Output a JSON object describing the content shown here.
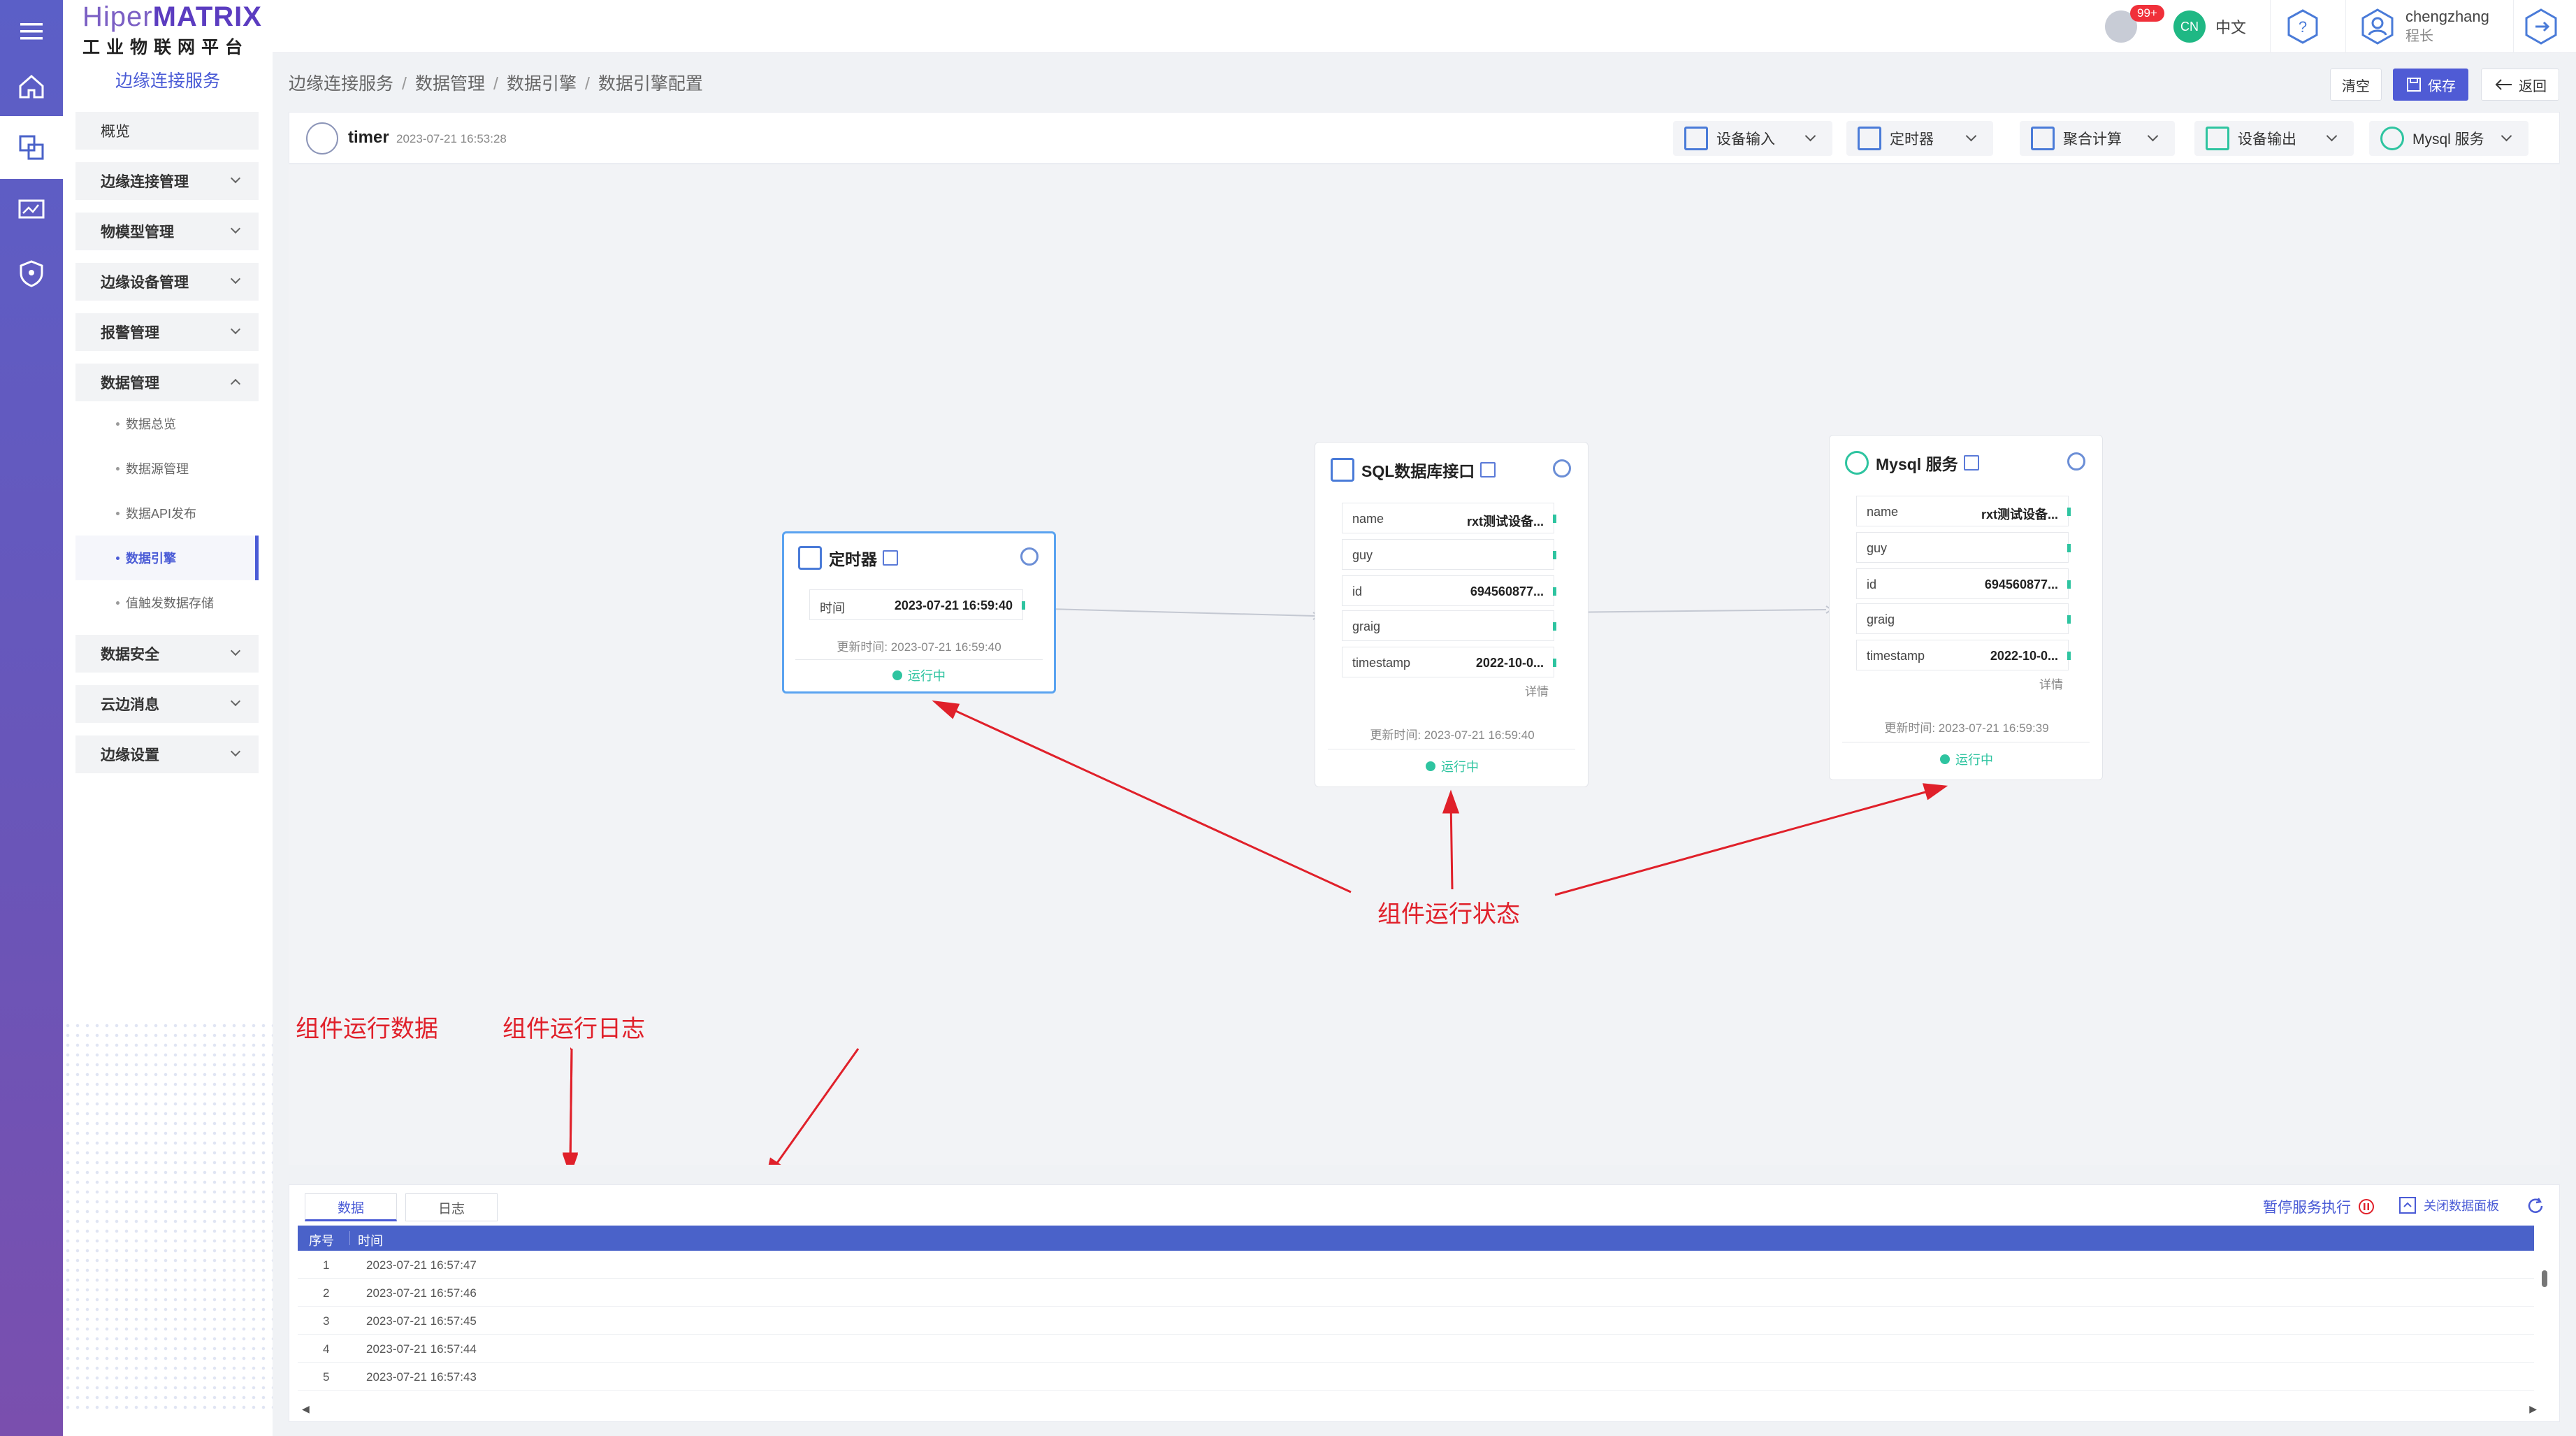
{
  "logo": {
    "brand_a": "Hiper",
    "brand_b": "MATRIX",
    "subtitle": "工业物联网平台"
  },
  "sidebar": {
    "title": "边缘连接服务",
    "items": [
      {
        "label": "概览"
      },
      {
        "label": "边缘连接管理"
      },
      {
        "label": "物模型管理"
      },
      {
        "label": "边缘设备管理"
      },
      {
        "label": "报警管理"
      },
      {
        "label": "数据管理"
      },
      {
        "label": "数据安全"
      },
      {
        "label": "云边消息"
      },
      {
        "label": "边缘设置"
      }
    ],
    "subitems": [
      {
        "label": "数据总览"
      },
      {
        "label": "数据源管理"
      },
      {
        "label": "数据API发布"
      },
      {
        "label": "数据引擎"
      },
      {
        "label": "值触发数据存储"
      }
    ]
  },
  "header": {
    "badge": "99+",
    "lang_code": "CN",
    "lang_label": "中文",
    "user_name": "chengzhang",
    "user_role": "程长"
  },
  "breadcrumb": [
    "边缘连接服务",
    "数据管理",
    "数据引擎",
    "数据引擎配置"
  ],
  "actions": {
    "clear": "清空",
    "save": "保存",
    "back": "返回"
  },
  "toolbar": {
    "title": "timer",
    "timestamp": "2023-07-21 16:53:28",
    "dropdowns": [
      "设备输入",
      "定时器",
      "聚合计算",
      "设备输出",
      "Mysql 服务"
    ]
  },
  "nodes": {
    "timer": {
      "title": "定时器",
      "field_key": "时间",
      "field_value": "2023-07-21 16:59:40",
      "update": "更新时间:  2023-07-21 16:59:40",
      "status": "运行中"
    },
    "sql": {
      "title": "SQL数据库接口",
      "fields": [
        {
          "k": "name",
          "v": "rxt测试设备..."
        },
        {
          "k": "guy",
          "v": ""
        },
        {
          "k": "id",
          "v": "694560877..."
        },
        {
          "k": "graig",
          "v": ""
        },
        {
          "k": "timestamp",
          "v": "2022-10-0..."
        }
      ],
      "detail": "详情",
      "update": "更新时间:  2023-07-21 16:59:40",
      "status": "运行中"
    },
    "mysql": {
      "title": "Mysql 服务",
      "fields": [
        {
          "k": "name",
          "v": "rxt测试设备..."
        },
        {
          "k": "guy",
          "v": ""
        },
        {
          "k": "id",
          "v": "694560877..."
        },
        {
          "k": "graig",
          "v": ""
        },
        {
          "k": "timestamp",
          "v": "2022-10-0..."
        }
      ],
      "detail": "详情",
      "update": "更新时间:  2023-07-21 16:59:39",
      "status": "运行中"
    }
  },
  "annotations": {
    "status": "组件运行状态",
    "data": "组件运行数据",
    "log": "组件运行日志"
  },
  "panel": {
    "tabs": [
      "数据",
      "日志"
    ],
    "pause": "暂停服务执行",
    "close": "关闭数据面板",
    "columns": [
      "序号",
      "时间"
    ],
    "rows": [
      [
        "1",
        "2023-07-21 16:57:47"
      ],
      [
        "2",
        "2023-07-21 16:57:46"
      ],
      [
        "3",
        "2023-07-21 16:57:45"
      ],
      [
        "4",
        "2023-07-21 16:57:44"
      ],
      [
        "5",
        "2023-07-21 16:57:43"
      ]
    ]
  },
  "colors": {
    "accent": "#4f5bd5",
    "running": "#2ec4a0",
    "annotation": "#e0202a",
    "rail": "#5b5fc7"
  }
}
